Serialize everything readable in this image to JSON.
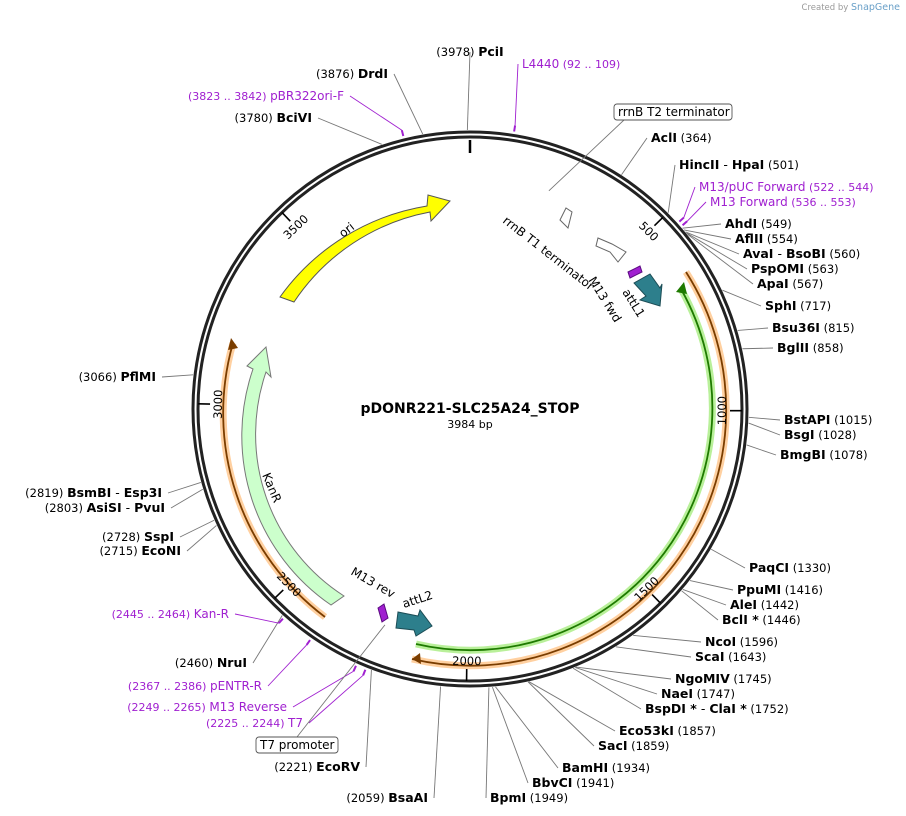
{
  "credit": {
    "created_by": "Created by",
    "brand": "SnapGene"
  },
  "plasmid": {
    "name": "pDONR221-SLC25A24_STOP",
    "length": "3984 bp",
    "total_bp": 3984
  },
  "ticks": [
    {
      "bp": 500,
      "label": "500"
    },
    {
      "bp": 1000,
      "label": "1000"
    },
    {
      "bp": 1500,
      "label": "1500"
    },
    {
      "bp": 2000,
      "label": "2000"
    },
    {
      "bp": 2500,
      "label": "2500"
    },
    {
      "bp": 3000,
      "label": "3000"
    },
    {
      "bp": 3500,
      "label": "3500"
    }
  ],
  "sites": [
    {
      "name": "PciI",
      "pos": "(3978)",
      "bp": 3978
    },
    {
      "name": "DrdI",
      "pos": "(3876)",
      "bp": 3876
    },
    {
      "name": "BciVI",
      "pos": "(3780)",
      "bp": 3780
    },
    {
      "name": "AclI",
      "pos": "(364)",
      "bp": 364
    },
    {
      "name": "HincII",
      "name2": "HpaI",
      "pos": "(501)",
      "bp": 501
    },
    {
      "name": "AhdI",
      "pos": "(549)",
      "bp": 549
    },
    {
      "name": "AflII",
      "pos": "(554)",
      "bp": 554
    },
    {
      "name": "AvaI",
      "name2": "BsoBI",
      "pos": "(560)",
      "bp": 560
    },
    {
      "name": "PspOMI",
      "pos": "(563)",
      "bp": 563
    },
    {
      "name": "ApaI",
      "pos": "(567)",
      "bp": 567
    },
    {
      "name": "SphI",
      "pos": "(717)",
      "bp": 717
    },
    {
      "name": "Bsu36I",
      "pos": "(815)",
      "bp": 815
    },
    {
      "name": "BglII",
      "pos": "(858)",
      "bp": 858
    },
    {
      "name": "BstAPI",
      "pos": "(1015)",
      "bp": 1015
    },
    {
      "name": "BsgI",
      "pos": "(1028)",
      "bp": 1028
    },
    {
      "name": "BmgBI",
      "pos": "(1078)",
      "bp": 1078
    },
    {
      "name": "PaqCI",
      "pos": "(1330)",
      "bp": 1330
    },
    {
      "name": "PpuMI",
      "pos": "(1416)",
      "bp": 1416
    },
    {
      "name": "AleI",
      "pos": "(1442)",
      "bp": 1442
    },
    {
      "name": "BclI *",
      "pos": "(1446)",
      "bp": 1446
    },
    {
      "name": "NcoI",
      "pos": "(1596)",
      "bp": 1596
    },
    {
      "name": "ScaI",
      "pos": "(1643)",
      "bp": 1643
    },
    {
      "name": "NgoMIV",
      "pos": "(1745)",
      "bp": 1745
    },
    {
      "name": "NaeI",
      "pos": "(1747)",
      "bp": 1747
    },
    {
      "name": "BspDI *",
      "name2": "ClaI *",
      "pos": "(1752)",
      "bp": 1752
    },
    {
      "name": "Eco53kI",
      "pos": "(1857)",
      "bp": 1857
    },
    {
      "name": "SacI",
      "pos": "(1859)",
      "bp": 1859
    },
    {
      "name": "BamHI",
      "pos": "(1934)",
      "bp": 1934
    },
    {
      "name": "BbvCI",
      "pos": "(1941)",
      "bp": 1941
    },
    {
      "name": "BpmI",
      "pos": "(1949)",
      "bp": 1949
    },
    {
      "name": "BsaAI",
      "pos": "(2059)",
      "bp": 2059
    },
    {
      "name": "EcoRV",
      "pos": "(2221)",
      "bp": 2221
    },
    {
      "name": "NruI",
      "pos": "(2460)",
      "bp": 2460
    },
    {
      "name": "EcoNI",
      "pos": "(2715)",
      "bp": 2715
    },
    {
      "name": "SspI",
      "pos": "(2728)",
      "bp": 2728
    },
    {
      "name": "AsiSI",
      "name2": "PvuI",
      "pos": "(2803)",
      "bp": 2803
    },
    {
      "name": "BsmBI",
      "name2": "Esp3I",
      "pos": "(2819)",
      "bp": 2819
    },
    {
      "name": "PflMI",
      "pos": "(3066)",
      "bp": 3066
    }
  ],
  "primers": [
    {
      "name": "L4440",
      "range": "(92 .. 109)",
      "bp": 100
    },
    {
      "name": "M13/pUC Forward",
      "range": "(522 .. 544)",
      "bp": 533
    },
    {
      "name": "M13 Forward",
      "range": "(536 .. 553)",
      "bp": 544
    },
    {
      "name": "pBR322ori-F",
      "range": "(3823 .. 3842)",
      "bp": 3832
    },
    {
      "name": "Kan-R",
      "range": "(2445 .. 2464)",
      "bp": 2454
    },
    {
      "name": "pENTR-R",
      "range": "(2367 .. 2386)",
      "bp": 2376
    },
    {
      "name": "M13 Reverse",
      "range": "(2249 .. 2265)",
      "bp": 2257
    },
    {
      "name": "T7",
      "range": "(2225 .. 2244)",
      "bp": 2234
    }
  ],
  "boxed_features": [
    {
      "name": "rrnB T2 terminator",
      "bp": 220
    },
    {
      "name": "T7 promoter",
      "bp": 2230
    }
  ],
  "features": {
    "ori": "ori",
    "kanr": "KanR",
    "rrnb_t1": "rrnB T1 terminator",
    "m13_fwd": "M13 fwd",
    "attl1": "attL1",
    "m13_rev": "M13 rev",
    "attl2": "attL2"
  },
  "colors": {
    "ori": "#ffff00",
    "kanr": "#ccffcc",
    "att": "#2d7f8c",
    "primer": "#a020d0",
    "orf_green": "#1e7a00",
    "orf_orange": "#e07a00"
  }
}
